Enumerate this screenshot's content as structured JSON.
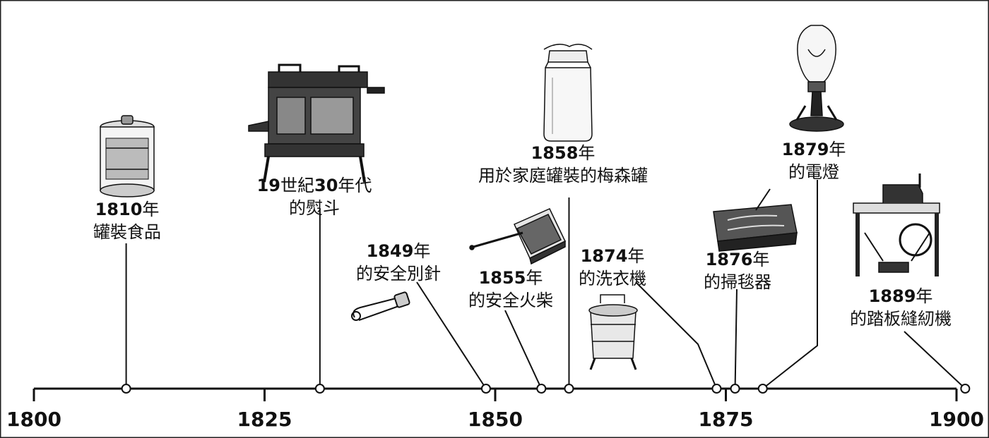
{
  "axis": {
    "ticks": [
      {
        "year": 1800,
        "label": "1800"
      },
      {
        "year": 1825,
        "label": "1825"
      },
      {
        "year": 1850,
        "label": "1850"
      },
      {
        "year": 1875,
        "label": "1875"
      },
      {
        "year": 1900,
        "label": "1900"
      }
    ],
    "range": [
      1800,
      1900
    ]
  },
  "events": [
    {
      "id": "canned-food",
      "year": 1810,
      "year_text": "1810",
      "suffix": "年",
      "desc": "罐裝食品",
      "icon": "food-can-icon"
    },
    {
      "id": "iron-stove",
      "year": 1831,
      "year_text": "19",
      "mid": "世紀",
      "year_text2": "30",
      "suffix": "年代",
      "desc": "的熨斗",
      "icon": "iron-stove-icon"
    },
    {
      "id": "safety-pin",
      "year": 1849,
      "year_text": "1849",
      "suffix": "年",
      "desc": "的安全別針",
      "icon": "safety-pin-icon"
    },
    {
      "id": "safety-match",
      "year": 1855,
      "year_text": "1855",
      "suffix": "年",
      "desc": "的安全火柴",
      "icon": "matchbox-icon"
    },
    {
      "id": "mason-jar",
      "year": 1858,
      "year_text": "1858",
      "suffix": "年",
      "desc": "用於家庭罐裝的梅森罐",
      "icon": "mason-jar-icon"
    },
    {
      "id": "washing-machine",
      "year": 1874,
      "year_text": "1874",
      "suffix": "年",
      "desc": "的洗衣機",
      "icon": "washing-machine-icon"
    },
    {
      "id": "carpet-sweeper",
      "year": 1876,
      "year_text": "1876",
      "suffix": "年",
      "desc": "的掃毯器",
      "icon": "carpet-sweeper-icon"
    },
    {
      "id": "light-bulb",
      "year": 1879,
      "year_text": "1879",
      "suffix": "年",
      "desc": "的電燈",
      "icon": "light-bulb-icon"
    },
    {
      "id": "sewing-machine",
      "year": 1889,
      "year_text": "1889",
      "suffix": "年",
      "desc": "的踏板縫紉機",
      "icon": "sewing-machine-icon"
    }
  ]
}
